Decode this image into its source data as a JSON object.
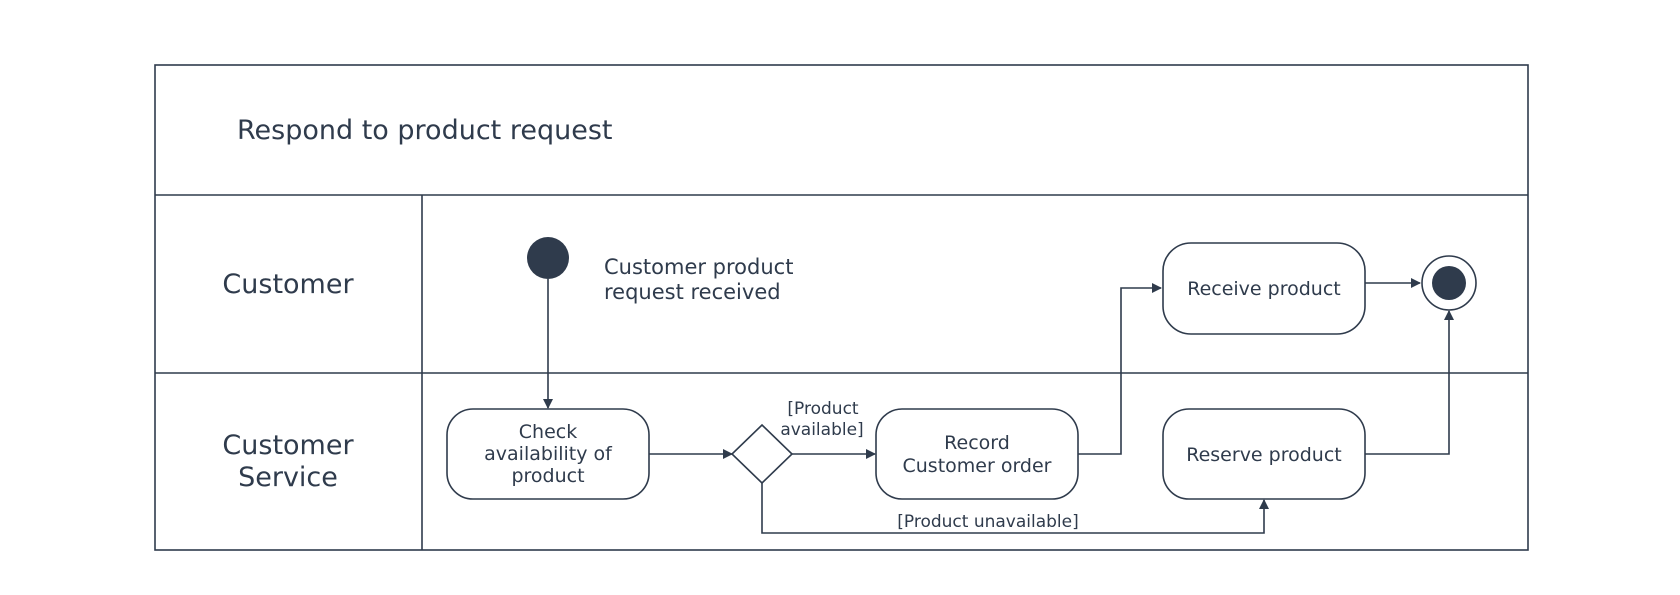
{
  "diagram": {
    "title": "Respond to product request",
    "lanes": {
      "customer": "Customer",
      "service_line1": "Customer",
      "service_line2": "Service"
    },
    "start_note": {
      "line1": "Customer product",
      "line2": "request received"
    },
    "activities": {
      "check": {
        "line1": "Check",
        "line2": "availability of",
        "line3": "product"
      },
      "record": {
        "line1": "Record",
        "line2": "Customer order"
      },
      "receive": "Receive product",
      "reserve": "Reserve product"
    },
    "guards": {
      "available_line1": "[Product",
      "available_line2": "available]",
      "unavailable": "[Product unavailable]"
    }
  }
}
